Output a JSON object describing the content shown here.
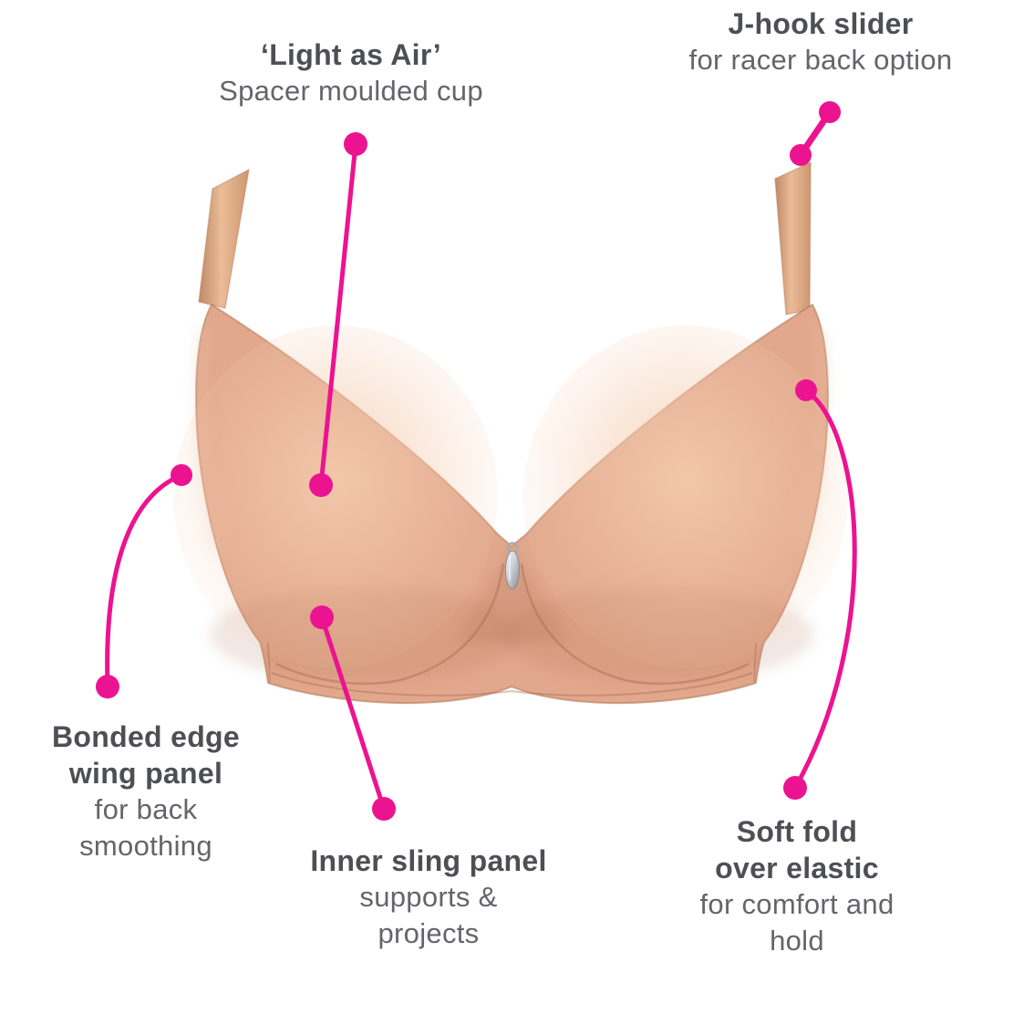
{
  "diagram": {
    "type": "product-feature-diagram",
    "subject": "bra front view with five feature callouts",
    "background_color": "#FFFFFF",
    "colors": {
      "accent_pink": "#EC1390",
      "fabric_tan": "#E2A88D",
      "strap_tan": "#D49A76",
      "title_text": "#4E4F54",
      "subtitle_text": "#64656B"
    },
    "callouts": [
      {
        "id": "light-as-air",
        "title_lines": [
          "‘Light as Air’"
        ],
        "subtitle_lines": [
          "Spacer moulded cup"
        ]
      },
      {
        "id": "j-hook-slider",
        "title_lines": [
          "J-hook slider"
        ],
        "subtitle_lines": [
          "for racer back option"
        ]
      },
      {
        "id": "bonded-edge-wing-panel",
        "title_lines": [
          "Bonded edge",
          "wing panel"
        ],
        "subtitle_lines": [
          "for back",
          "smoothing"
        ]
      },
      {
        "id": "inner-sling-panel",
        "title_lines": [
          "Inner sling panel"
        ],
        "subtitle_lines": [
          "supports &",
          "projects"
        ]
      },
      {
        "id": "soft-fold-over-elastic",
        "title_lines": [
          "Soft fold",
          "over elastic"
        ],
        "subtitle_lines": [
          "for comfort and",
          "hold"
        ]
      }
    ]
  }
}
